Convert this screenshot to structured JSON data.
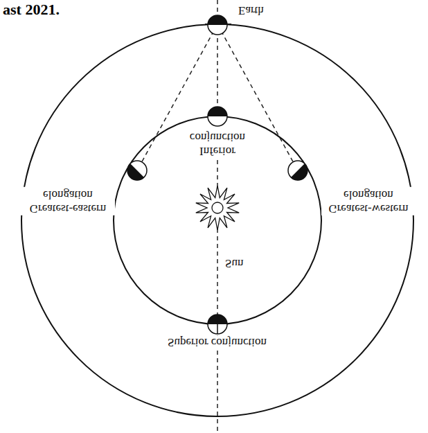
{
  "diagram": {
    "labels": [
      "ast 2021.",
      "Earth",
      "Inferior conjunction",
      "Greatest-eastern elongation",
      "Greatest-western elongation",
      "Sun",
      "Superior conjunction"
    ]
  }
}
